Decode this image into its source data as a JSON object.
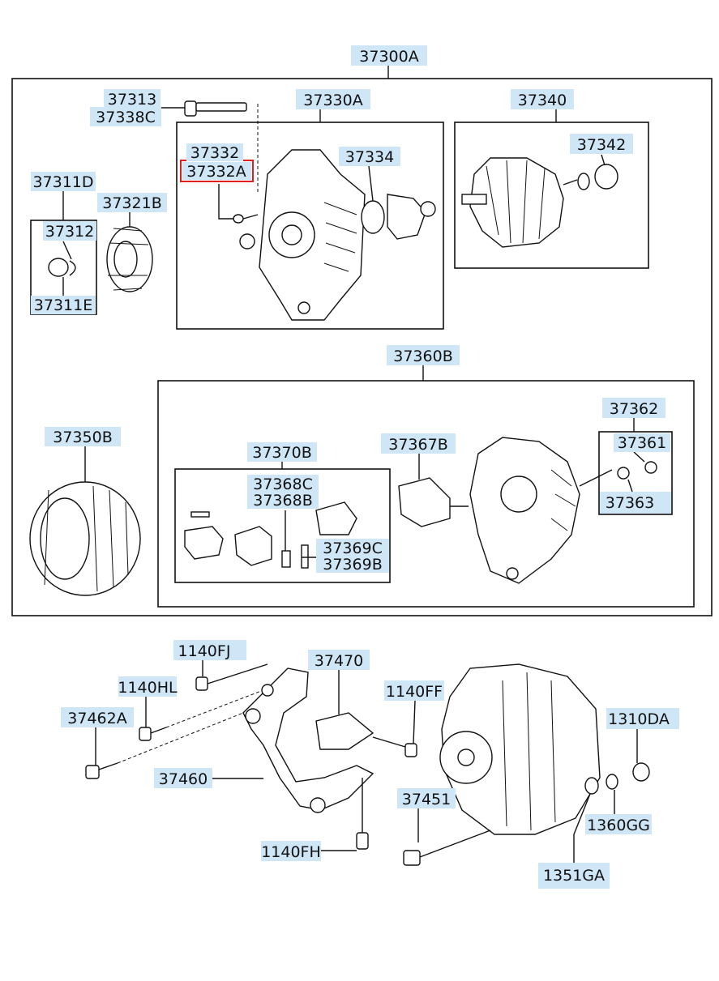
{
  "labels": {
    "l37300A": "37300A",
    "l37313": "37313",
    "l37338C": "37338C",
    "l37330A": "37330A",
    "l37340": "37340",
    "l37332": "37332",
    "l37332A": "37332A",
    "l37334": "37334",
    "l37342": "37342",
    "l37311D": "37311D",
    "l37321B": "37321B",
    "l37312": "37312",
    "l37311E": "37311E",
    "l37360B": "37360B",
    "l37350B": "37350B",
    "l37362": "37362",
    "l37370B": "37370B",
    "l37367B": "37367B",
    "l37361": "37361",
    "l37368C": "37368C",
    "l37368B": "37368B",
    "l37363": "37363",
    "l37369C": "37369C",
    "l37369B": "37369B",
    "l1140FJ": "1140FJ",
    "l37470": "37470",
    "l1140HL": "1140HL",
    "l1140FF": "1140FF",
    "l37462A": "37462A",
    "l1310DA": "1310DA",
    "l37460": "37460",
    "l37451": "37451",
    "l1360GG": "1360GG",
    "l1140FH": "1140FH",
    "l1351GA": "1351GA"
  },
  "colors": {
    "label_background": "#cfe6f7",
    "highlight": "#e02020",
    "line": "#111111"
  },
  "highlighted_part": "37332A"
}
